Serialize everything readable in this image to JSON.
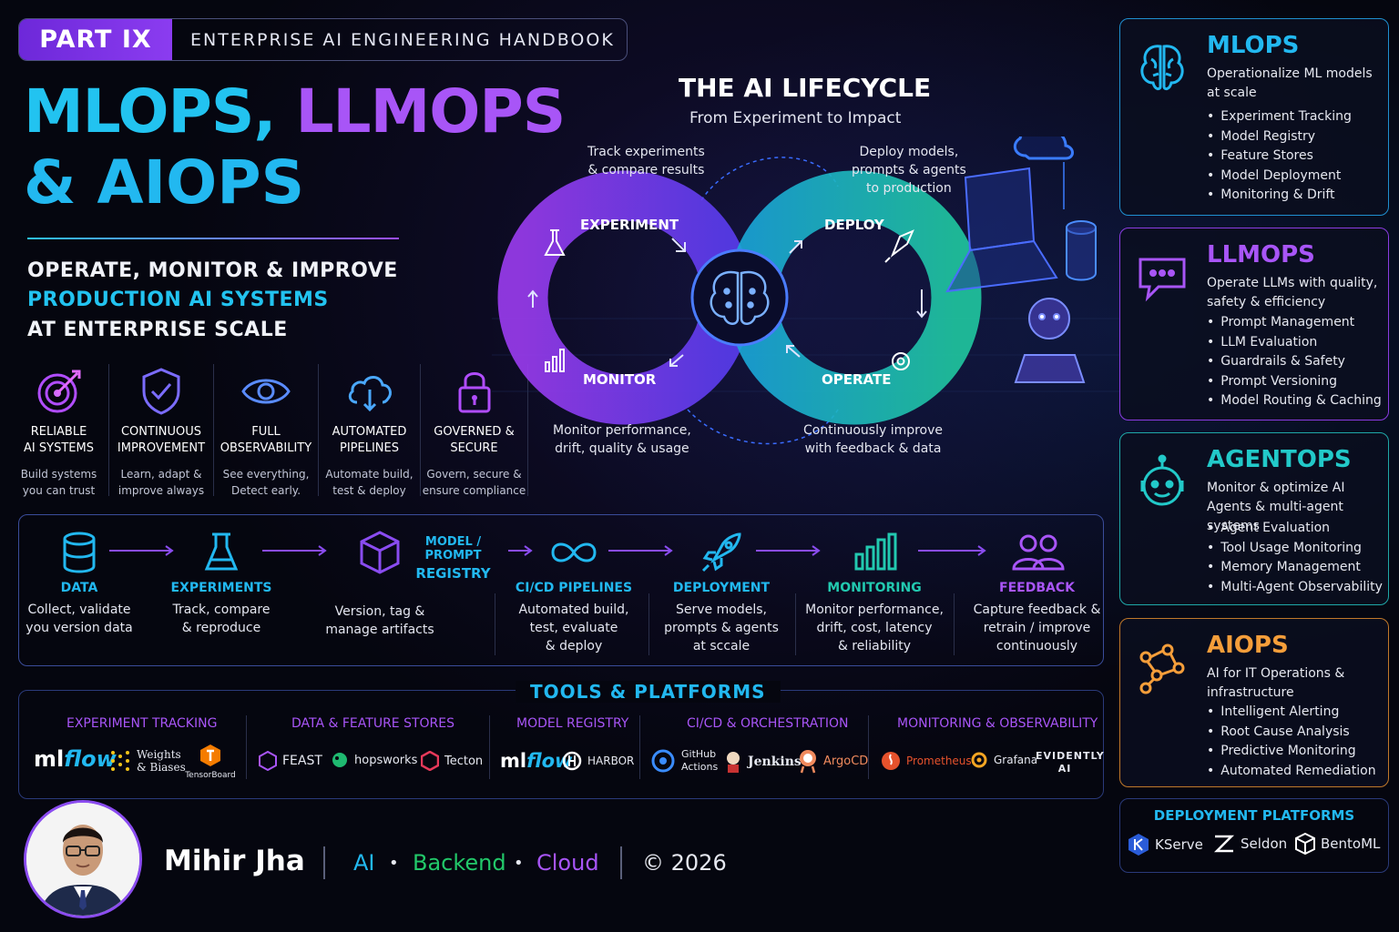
{
  "header": {
    "part_label": "PART IX",
    "handbook_title": "ENTERPRISE AI ENGINEERING HANDBOOK",
    "title_mlops": "MLOPS,",
    "title_llmops": "LLMOPS",
    "title_aiops": "& AIOPS",
    "subtitle_line1": "OPERATE, MONITOR & IMPROVE",
    "subtitle_line2": "PRODUCTION AI SYSTEMS",
    "subtitle_line3": "AT ENTERPRISE SCALE"
  },
  "pillars": [
    {
      "icon": "target-icon",
      "title1": "RELIABLE",
      "title2": "AI SYSTEMS",
      "desc1": "Build systems",
      "desc2": "you can trust"
    },
    {
      "icon": "shield-check-icon",
      "title1": "CONTINUOUS",
      "title2": "IMPROVEMENT",
      "desc1": "Learn, adapt &",
      "desc2": "improve always"
    },
    {
      "icon": "eye-icon",
      "title1": "FULL",
      "title2": "OBSERVABILITY",
      "desc1": "See everything,",
      "desc2": "Detect early."
    },
    {
      "icon": "cloud-download-icon",
      "title1": "AUTOMATED",
      "title2": "PIPELINES",
      "desc1": "Automate build,",
      "desc2": "test & deploy"
    },
    {
      "icon": "lock-icon",
      "title1": "GOVERNED &",
      "title2": "SECURE",
      "desc1": "Govern, secure &",
      "desc2": "ensure compliance"
    }
  ],
  "lifecycle": {
    "title": "THE AI LIFECYCLE",
    "subtitle": "From Experiment to Impact",
    "note_track1": "Track experiments",
    "note_track2": "& compare results",
    "note_deploy1": "Deploy models,",
    "note_deploy2": "prompts & agents",
    "note_deploy3": "to production",
    "note_monitor1": "Monitor performance,",
    "note_monitor2": "drift, quality & usage",
    "note_operate1": "Continuously improve",
    "note_operate2": "with feedback & data",
    "label_experiment": "EXPERIMENT",
    "label_deploy": "DEPLOY",
    "label_monitor": "MONITOR",
    "label_operate": "OPERATE"
  },
  "cards": {
    "mlops": {
      "title": "MLOPS",
      "desc": "Operationalize ML models at scale",
      "items": [
        "Experiment Tracking",
        "Model Registry",
        "Feature Stores",
        "Model Deployment",
        "Monitoring & Drift"
      ],
      "color": "#22b8f0"
    },
    "llmops": {
      "title": "LLMOPS",
      "desc": "Operate LLMs with quality, safety & efficiency",
      "items": [
        "Prompt Management",
        "LLM Evaluation",
        "Guardrails & Safety",
        "Prompt Versioning",
        "Model Routing & Caching"
      ],
      "color": "#a855f7"
    },
    "agentops": {
      "title": "AGENTOPS",
      "desc": "Monitor & optimize AI Agents & multi-agent systems",
      "items": [
        "Agent Evaluation",
        "Tool Usage Monitoring",
        "Memory Management",
        "Multi-Agent Observability"
      ],
      "color": "#22c9c9"
    },
    "aiops": {
      "title": "AIOPS",
      "desc": "AI for IT Operations & infrastructure",
      "items": [
        "Intelligent Alerting",
        "Root Cause Analysis",
        "Predictive Monitoring",
        "Automated Remediation"
      ],
      "color": "#f59e3a"
    }
  },
  "pipeline": [
    {
      "title": "DATA",
      "d1": "Collect, validate",
      "d2": "you version data",
      "d3": ""
    },
    {
      "title": "EXPERIMENTS",
      "d1": "Track, compare",
      "d2": "& reproduce",
      "d3": ""
    },
    {
      "title": "",
      "d1": "Version, tag &",
      "d2": "manage artifacts",
      "d3": ""
    },
    {
      "title": "CI/CD PIPELINES",
      "d1": "Automated build,",
      "d2": "test, evaluate",
      "d3": "& deploy"
    },
    {
      "title": "DEPLOYMENT",
      "d1": "Serve models,",
      "d2": "prompts & agents",
      "d3": "at sccale"
    },
    {
      "title": "MONITORING",
      "d1": "Monitor performance,",
      "d2": "drift, cost, latency",
      "d3": "& reliability"
    },
    {
      "title": "FEEDBACK",
      "d1": "Capture feedback &",
      "d2": "retrain / improve",
      "d3": "continuously"
    }
  ],
  "registry_label1": "MODEL / PROMPT",
  "registry_label2": "REGISTRY",
  "tools": {
    "title": "TOOLS & PLATFORMS",
    "cat_experiment": "EXPERIMENT TRACKING",
    "cat_data": "DATA & FEATURE STORES",
    "cat_registry": "MODEL REGISTRY",
    "cat_cicd": "CI/CD & ORCHESTRATION",
    "cat_monitoring": "MONITORING & OBSERVABILITY",
    "mlflow_ml": "ml",
    "mlflow_flow": "flow",
    "wandb1": "Weights",
    "wandb2": "& Biases",
    "tensorboard": "TensorBoard",
    "feast": "FEAST",
    "hopsworks": "hopsworks",
    "tecton": "Tecton",
    "harbor": "HARBOR",
    "github1": "GitHub",
    "github2": "Actions",
    "jenkins": "Jenkins",
    "argocd": "ArgoCD",
    "prometheus": "Prometheus",
    "grafana": "Grafana",
    "evidently1": "EVIDENTLY",
    "evidently2": "AI"
  },
  "footer": {
    "name": "Mihir Jha",
    "kw1": "AI",
    "kw2": "Backend",
    "kw3": "Cloud",
    "dot": "•",
    "copyright": "© 2026"
  },
  "deployment_platforms": {
    "title": "DEPLOYMENT PLATFORMS",
    "kserve": "KServe",
    "seldon": "Seldon",
    "bentoml": "BentoML"
  }
}
